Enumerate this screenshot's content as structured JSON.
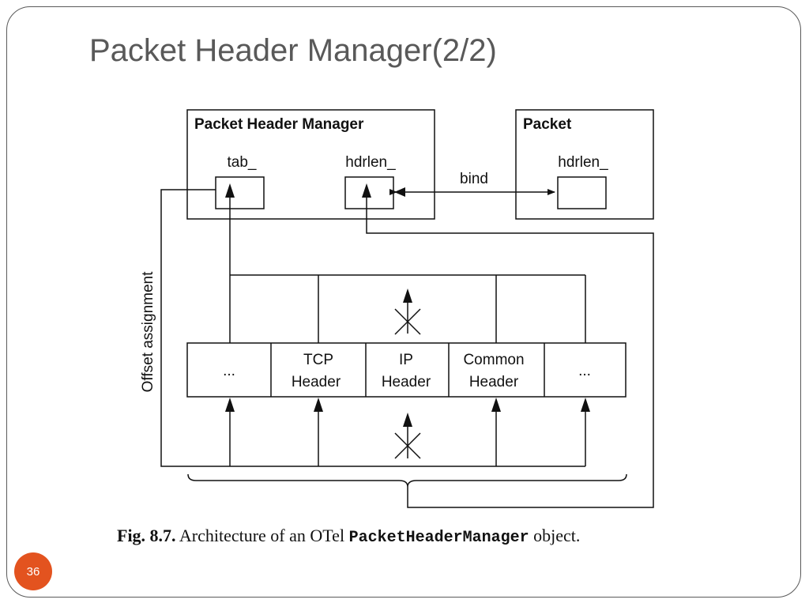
{
  "slide": {
    "title": "Packet Header Manager(2/2)",
    "number": "36",
    "accent_color": "#e3531f"
  },
  "diagram": {
    "manager_box_title": "Packet Header Manager",
    "manager_tab_field": "tab_",
    "manager_hdrlen_field": "hdrlen_",
    "packet_box_title": "Packet",
    "packet_hdrlen_field": "hdrlen_",
    "bind_label": "bind",
    "offset_label": "Offset assignment",
    "headers": [
      {
        "line1": "..."
      },
      {
        "line1": "TCP",
        "line2": "Header"
      },
      {
        "line1": "IP",
        "line2": "Header"
      },
      {
        "line1": "Common",
        "line2": "Header"
      },
      {
        "line1": "..."
      }
    ]
  },
  "caption": {
    "label": "Fig. 8.7.",
    "text": "Architecture of an OTel",
    "code": "PacketHeaderManager",
    "suffix": "object."
  }
}
